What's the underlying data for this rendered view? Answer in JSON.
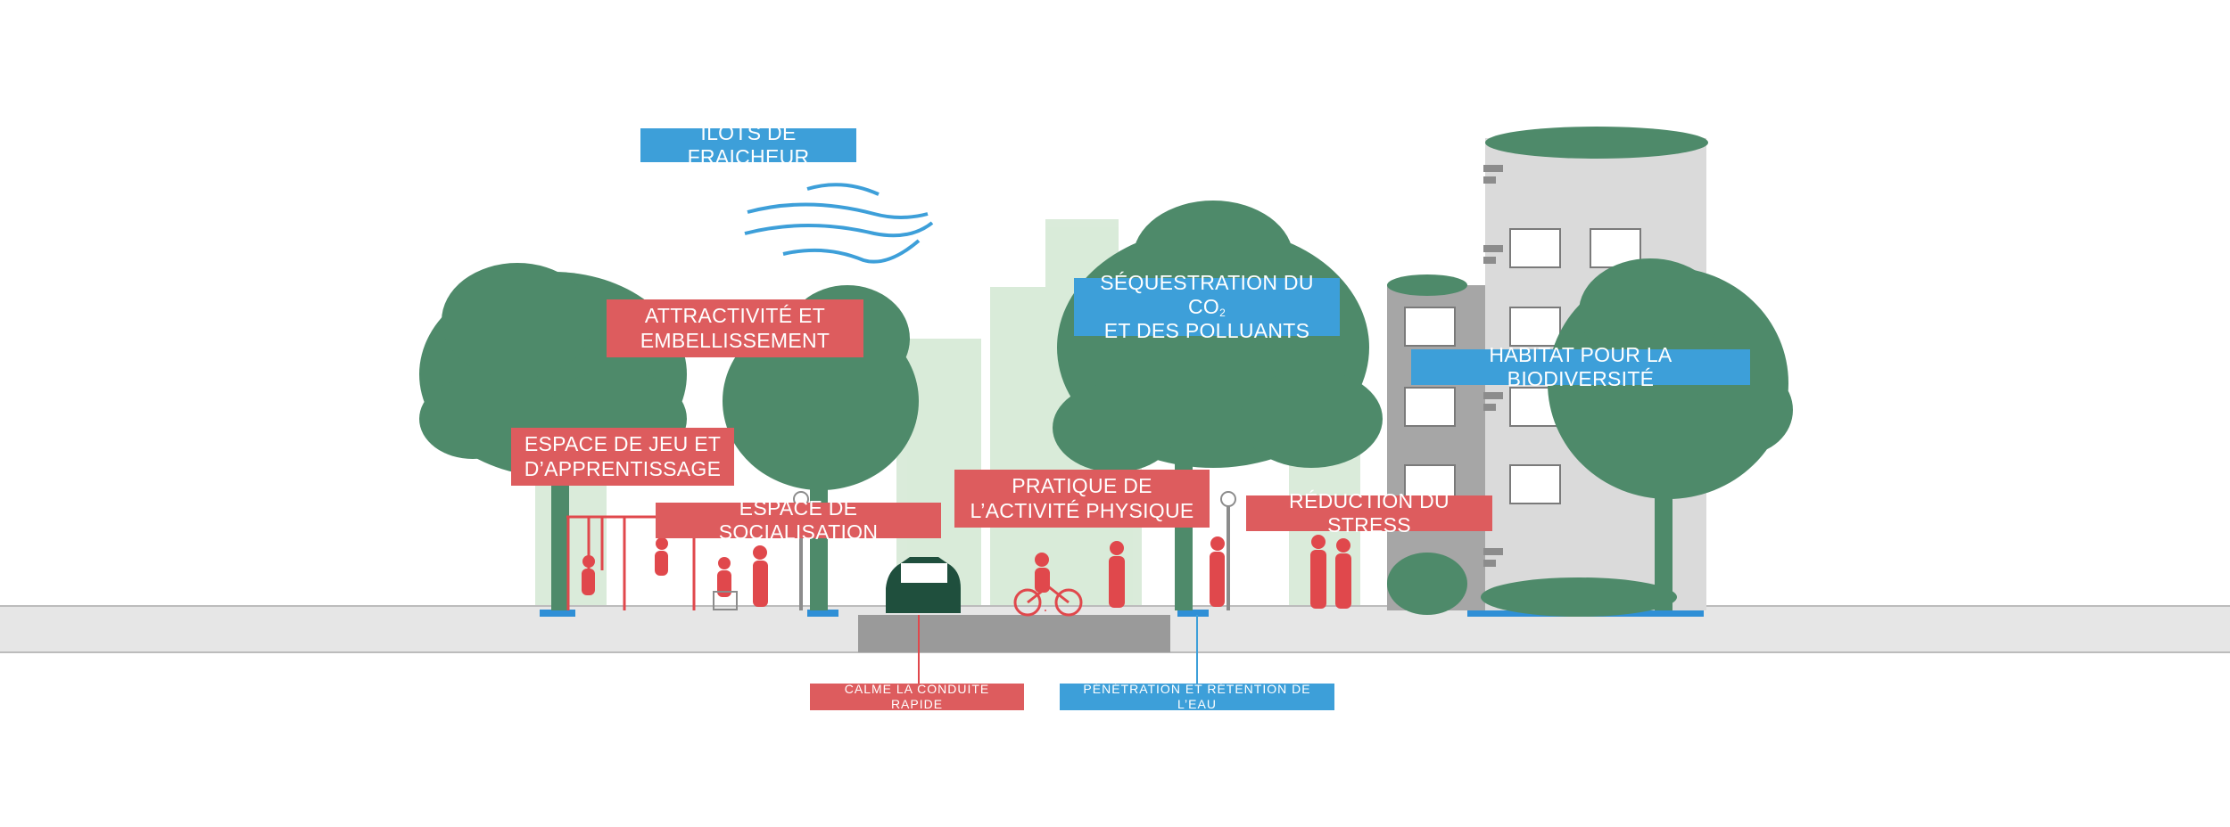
{
  "labels": {
    "ilots": "ÎLOTS DE FRAICHEUR",
    "attractivite_1": "ATTRACTIVITÉ ET",
    "attractivite_2": "EMBELLISSEMENT",
    "sequestration_1a": "SÉQUESTRATION DU CO",
    "sequestration_sub": "2",
    "sequestration_2": "ET DES POLLUANTS",
    "habitat": "HABITAT POUR LA BIODIVERSITÉ",
    "jeu_1": "ESPACE DE JEU ET",
    "jeu_2": "D’APPRENTISSAGE",
    "socialisation": "ESPACE DE SOCIALISATION",
    "pratique_1": "PRATIQUE DE",
    "pratique_2": "L’ACTIVITÉ PHYSIQUE",
    "stress": "RÉDUCTION DU STRESS",
    "calme": "CALME LA CONDUITE RAPIDE",
    "penetration": "PÉNÉTRATION ET RÉTENTION DE L’EAU"
  },
  "colors": {
    "red_label": "#dd5c5e",
    "blue_label": "#3d9fd9",
    "tree_green": "#4e8a6a",
    "light_green": "#cfe5cf",
    "people_red": "#e0484c",
    "ground": "#e6e6e6",
    "building": "#d9d9d9",
    "water_blue": "#2f8fd6"
  }
}
